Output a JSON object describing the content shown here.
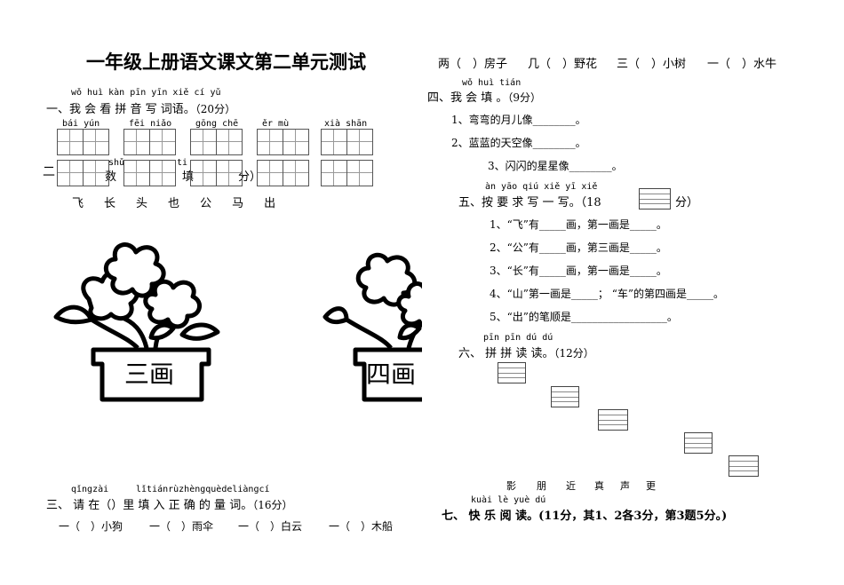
{
  "title": "一年级上册语文课文第二单元测试",
  "top_right_line": [
    "两（　）房子",
    "几（　）野花",
    "三（　）小树",
    "一（　）水牛"
  ],
  "s1": {
    "pinyin": "wǒ huì kàn pīn yīn xiě cí yǔ",
    "label": "一、我 会 看 拼 音 写 词语。",
    "score": "（20分）",
    "words": [
      "bái  yún",
      "fēi niǎo",
      "gōng chē",
      "ěr  mù",
      "xià  shān"
    ]
  },
  "s2": {
    "num": "二",
    "frag_a": "shǔ",
    "frag_b": "数",
    "frag_c": "ti",
    "frag_d": "填",
    "frag_e": "分）",
    "chars": [
      "飞",
      "长",
      "头",
      "也",
      "公",
      "马",
      "出"
    ],
    "pot1": "三画",
    "pot2": "四画"
  },
  "s3": {
    "pinyin_a": "qǐngzài",
    "pinyin_b": "lǐtiánrùzhèngquèdeliàngcí",
    "label": "三、 请 在（）里 填 入 正  确 的 量  词。",
    "score": "（16分）",
    "items": [
      "一（　）小狗",
      "一（　）雨伞",
      "一（　）白云",
      "一（　）木船"
    ]
  },
  "s4": {
    "pinyin": "wǒ huì tián",
    "label": "四、我 会  填 。",
    "score": "（9分）",
    "items": [
      "1、弯弯的月儿像________。",
      "2、蓝蓝的天空像________。",
      "3、闪闪的星星像________。"
    ]
  },
  "s5": {
    "pinyin": "àn yāo qiú xiě yī xiě",
    "label": "五、按 要 求 写 一 写。（18",
    "score_end": "分）",
    "items": [
      "1、“飞”有_____画，第一画是_____。",
      "2、“公”有_____画，第三画是_____。",
      "3、“长”有_____画，第一画是_____。",
      "4、“山”第一画是_____；  “车”的第四画是_____。",
      "5、“出”的笔顺是__________________。"
    ]
  },
  "s6": {
    "pinyin": "pīn pīn dú dú",
    "label": "六、 拼  拼 读 读。",
    "score": "（12分）",
    "chars": [
      "影",
      "朋",
      "近",
      "真",
      "声",
      "更"
    ]
  },
  "s7": {
    "pinyin": "kuài lè yuè dú",
    "label": "七、 快  乐 阅 读。(11分，其1、2各3分，第3题5分。)"
  }
}
